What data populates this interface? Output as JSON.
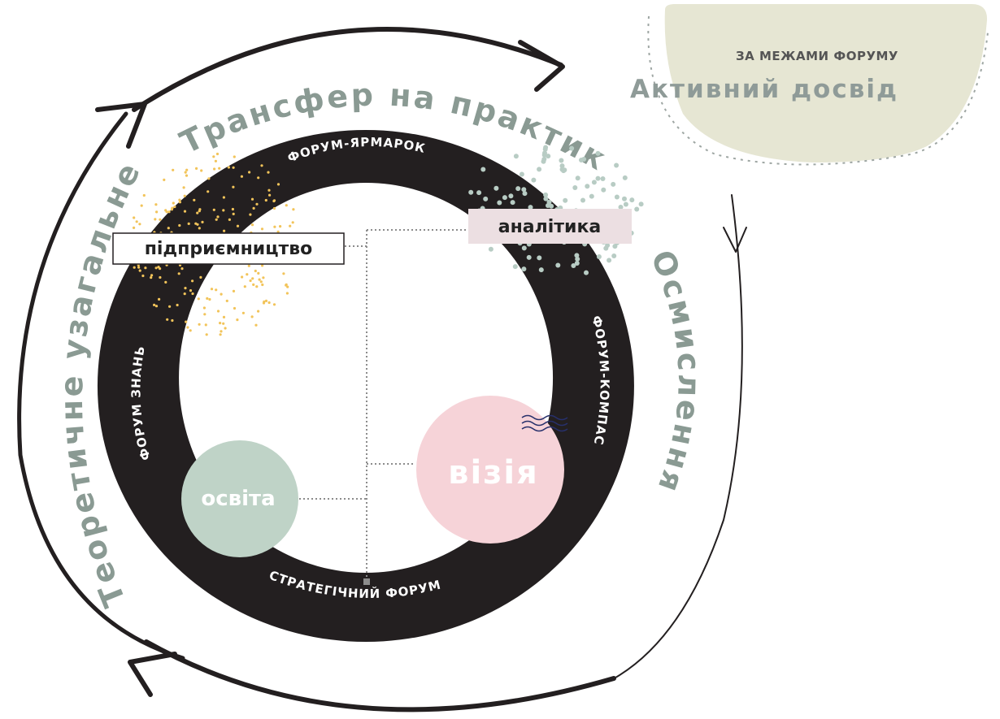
{
  "outer_cycle": {
    "top_label": "Трансфер на практику",
    "left_label": "Теоретичне узагальнення",
    "right_label": "Осмислення"
  },
  "ring": {
    "top": "ФОРУМ-ЯРМАРОК",
    "left": "ФОРУМ ЗНАНЬ",
    "right": "ФОРУМ-КОМПАС",
    "bottom": "СТРАТЕГІЧНИЙ ФОРУМ"
  },
  "boxes": {
    "entrepreneurship": "підприємництво",
    "analytics": "аналітика"
  },
  "circles": {
    "education": "освіта",
    "vision": "візія"
  },
  "outside_blob": {
    "subtitle": "ЗА МЕЖАМИ ФОРУМУ",
    "title": "Активний досвід"
  },
  "colors": {
    "ring": "#231f20",
    "cycle_text": "#8a9a93",
    "blob_fill": "#e6e6d3",
    "education_circle": "#bfd3c7",
    "vision_circle": "#f6d3d8",
    "analytics_box": "#ecdfe2",
    "yellow_dots": "#f2c45a",
    "teal_dots": "#b8ccc4",
    "wave": "#27306b"
  }
}
